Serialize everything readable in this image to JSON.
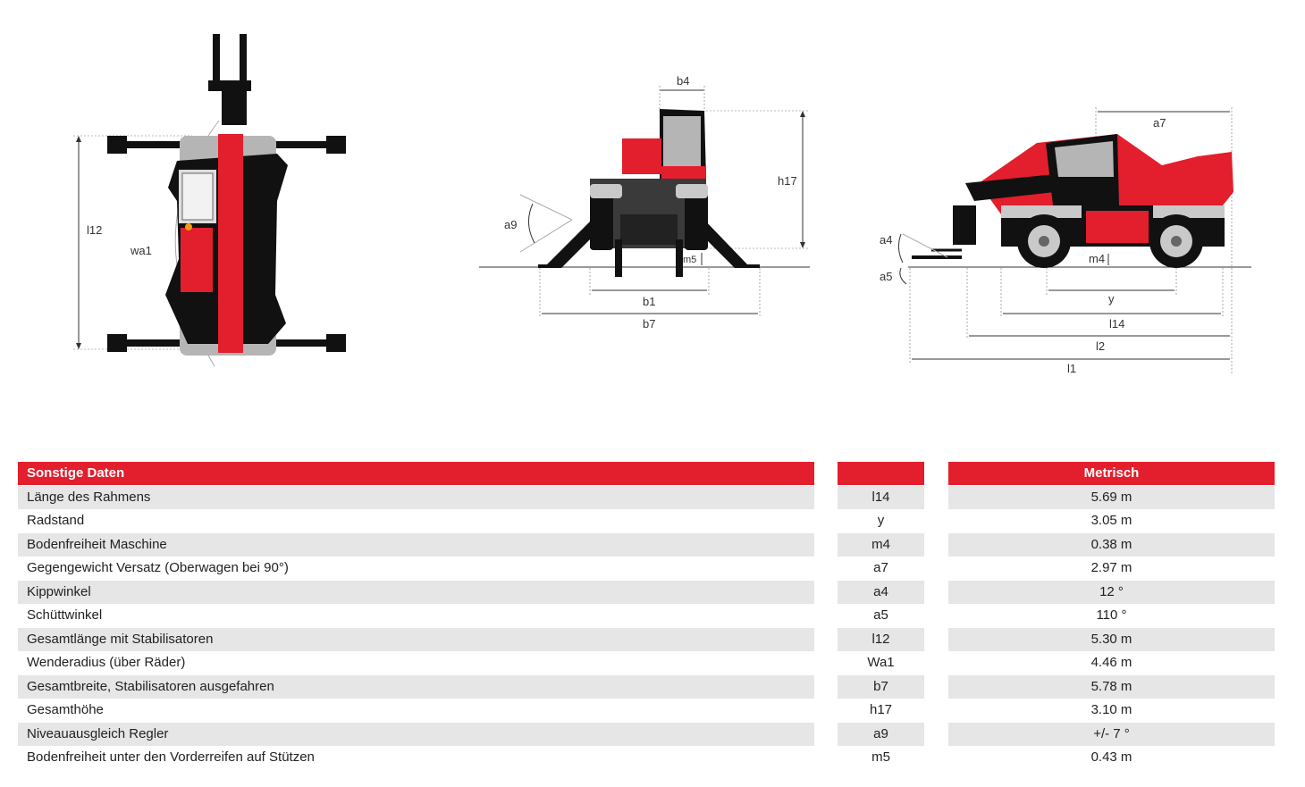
{
  "diagram_labels": {
    "top_view": {
      "length": "l12",
      "turning": "wa1"
    },
    "front_view": {
      "b4": "b4",
      "h17": "h17",
      "a9": "a9",
      "m5": "m5",
      "b1": "b1",
      "b7": "b7"
    },
    "side_view": {
      "a7": "a7",
      "a4": "a4",
      "a5": "a5",
      "m4": "m4",
      "y": "y",
      "l14": "l14",
      "l2": "l2",
      "l1": "l1"
    }
  },
  "colors": {
    "accent": "#e31e2d",
    "shade": "#e6e6e6",
    "machine_black": "#111111",
    "machine_grey": "#b5b5b5"
  },
  "table": {
    "header": {
      "label": "Sonstige Daten",
      "symbol": "",
      "value": "Metrisch"
    },
    "rows": [
      {
        "label": "Länge des Rahmens",
        "symbol": "l14",
        "value": "5.69 m"
      },
      {
        "label": "Radstand",
        "symbol": "y",
        "value": "3.05 m"
      },
      {
        "label": "Bodenfreiheit Maschine",
        "symbol": "m4",
        "value": "0.38 m"
      },
      {
        "label": "Gegengewicht Versatz (Oberwagen bei 90°)",
        "symbol": "a7",
        "value": "2.97 m"
      },
      {
        "label": "Kippwinkel",
        "symbol": "a4",
        "value": "12 °"
      },
      {
        "label": "Schüttwinkel",
        "symbol": "a5",
        "value": "110 °"
      },
      {
        "label": "Gesamtlänge mit Stabilisatoren",
        "symbol": "l12",
        "value": "5.30 m"
      },
      {
        "label": "Wenderadius (über Räder)",
        "symbol": "Wa1",
        "value": "4.46 m"
      },
      {
        "label": "Gesamtbreite, Stabilisatoren ausgefahren",
        "symbol": "b7",
        "value": "5.78 m"
      },
      {
        "label": "Gesamthöhe",
        "symbol": "h17",
        "value": "3.10 m"
      },
      {
        "label": "Niveauausgleich Regler",
        "symbol": "a9",
        "value": "+/- 7 °"
      },
      {
        "label": "Bodenfreiheit unter den Vorderreifen auf Stützen",
        "symbol": "m5",
        "value": "0.43 m"
      }
    ]
  }
}
